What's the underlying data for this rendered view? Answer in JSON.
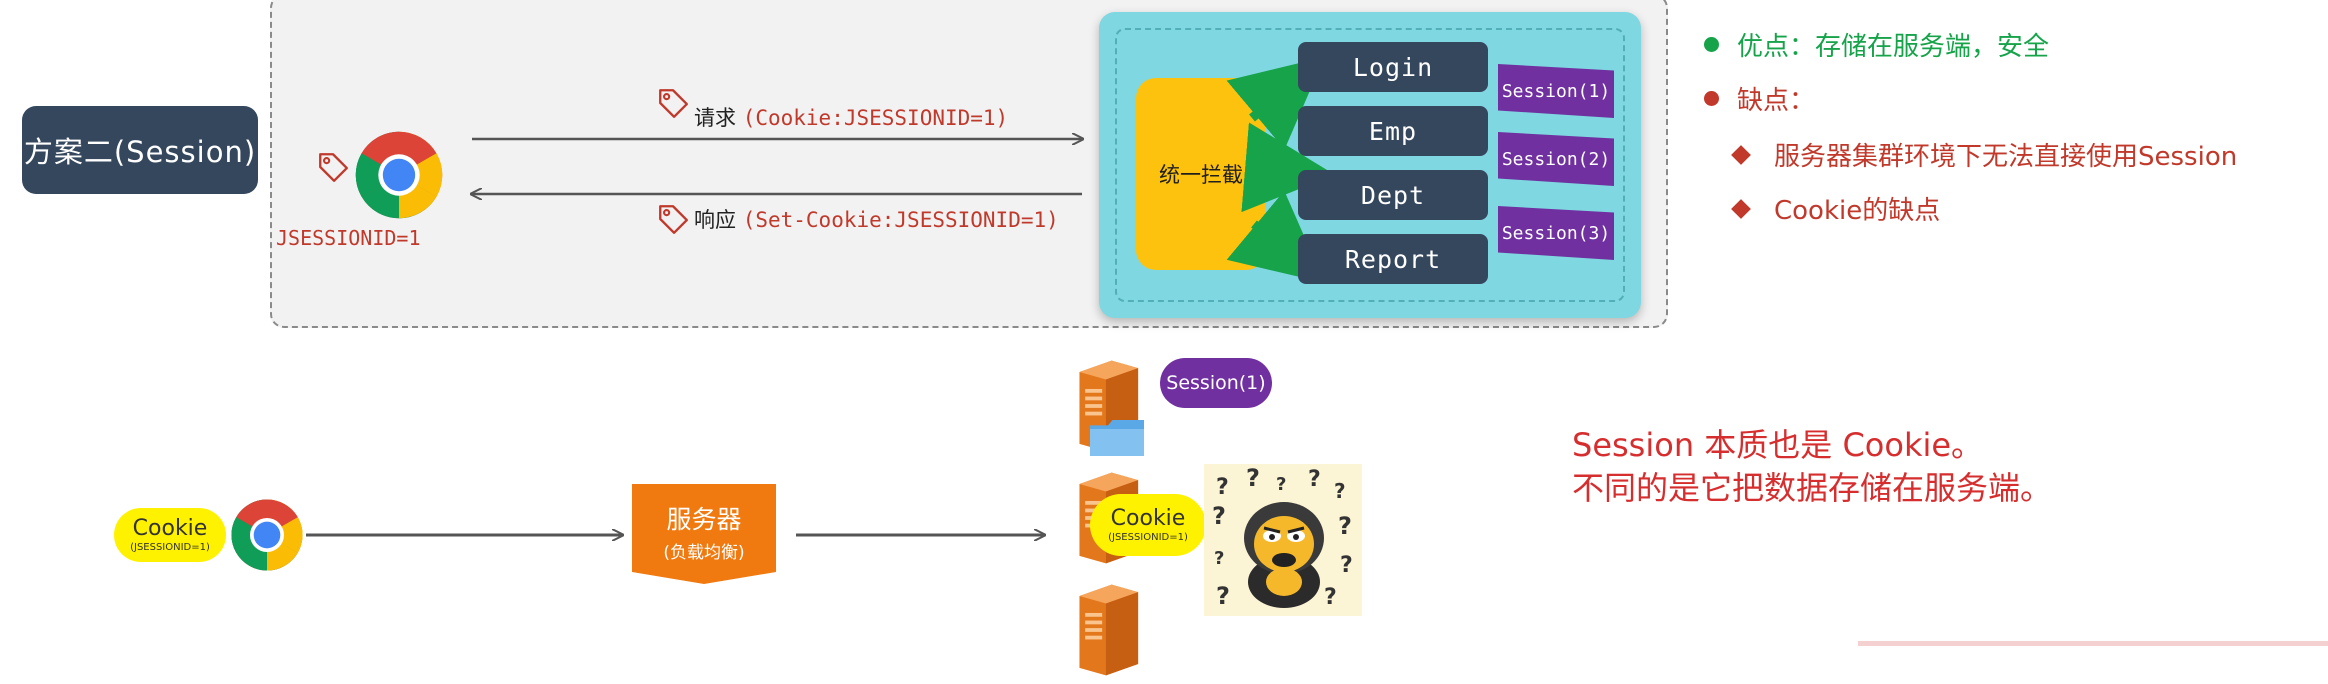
{
  "scheme_label": "方案二(Session)",
  "client": {
    "cookie_text": "JSESSIONID=1"
  },
  "request": {
    "label": "请求",
    "value": "(Cookie:JSESSIONID=1)"
  },
  "response": {
    "label": "响应",
    "value": "(Set-Cookie:JSESSIONID=1)"
  },
  "server": {
    "interceptor": "统一拦截",
    "resources": [
      "Login",
      "Emp",
      "Dept",
      "Report"
    ],
    "sessions": [
      "Session(1)",
      "Session(2)",
      "Session(3)"
    ]
  },
  "pros": "优点：存储在服务端，安全",
  "cons": {
    "title": "缺点：",
    "items": [
      "服务器集群环境下无法直接使用Session",
      "Cookie的缺点"
    ]
  },
  "cluster": {
    "client_cookie": {
      "title": "Cookie",
      "subtitle": "(JSESSIONID=1)"
    },
    "load_balancer": {
      "title": "服务器",
      "subtitle": "(负载均衡)"
    },
    "server_session": "Session(1)",
    "server_cookie": {
      "title": "Cookie",
      "subtitle": "(JSESSIONID=1)"
    }
  },
  "note": {
    "line1": "Session 本质也是 Cookie。",
    "line2": "不同的是它把数据存储在服务端。"
  },
  "colors": {
    "navy": "#34475d",
    "teal": "#7fd7e1",
    "yellow": "#fdc20d",
    "purple": "#7030a0",
    "red": "#c0392b",
    "green": "#16a34a",
    "orange": "#f07a10",
    "arrow_green": "#16a34a"
  },
  "icons": [
    "chrome-icon",
    "tag-icon",
    "server-tower-icon",
    "confused-monkey-icon"
  ]
}
